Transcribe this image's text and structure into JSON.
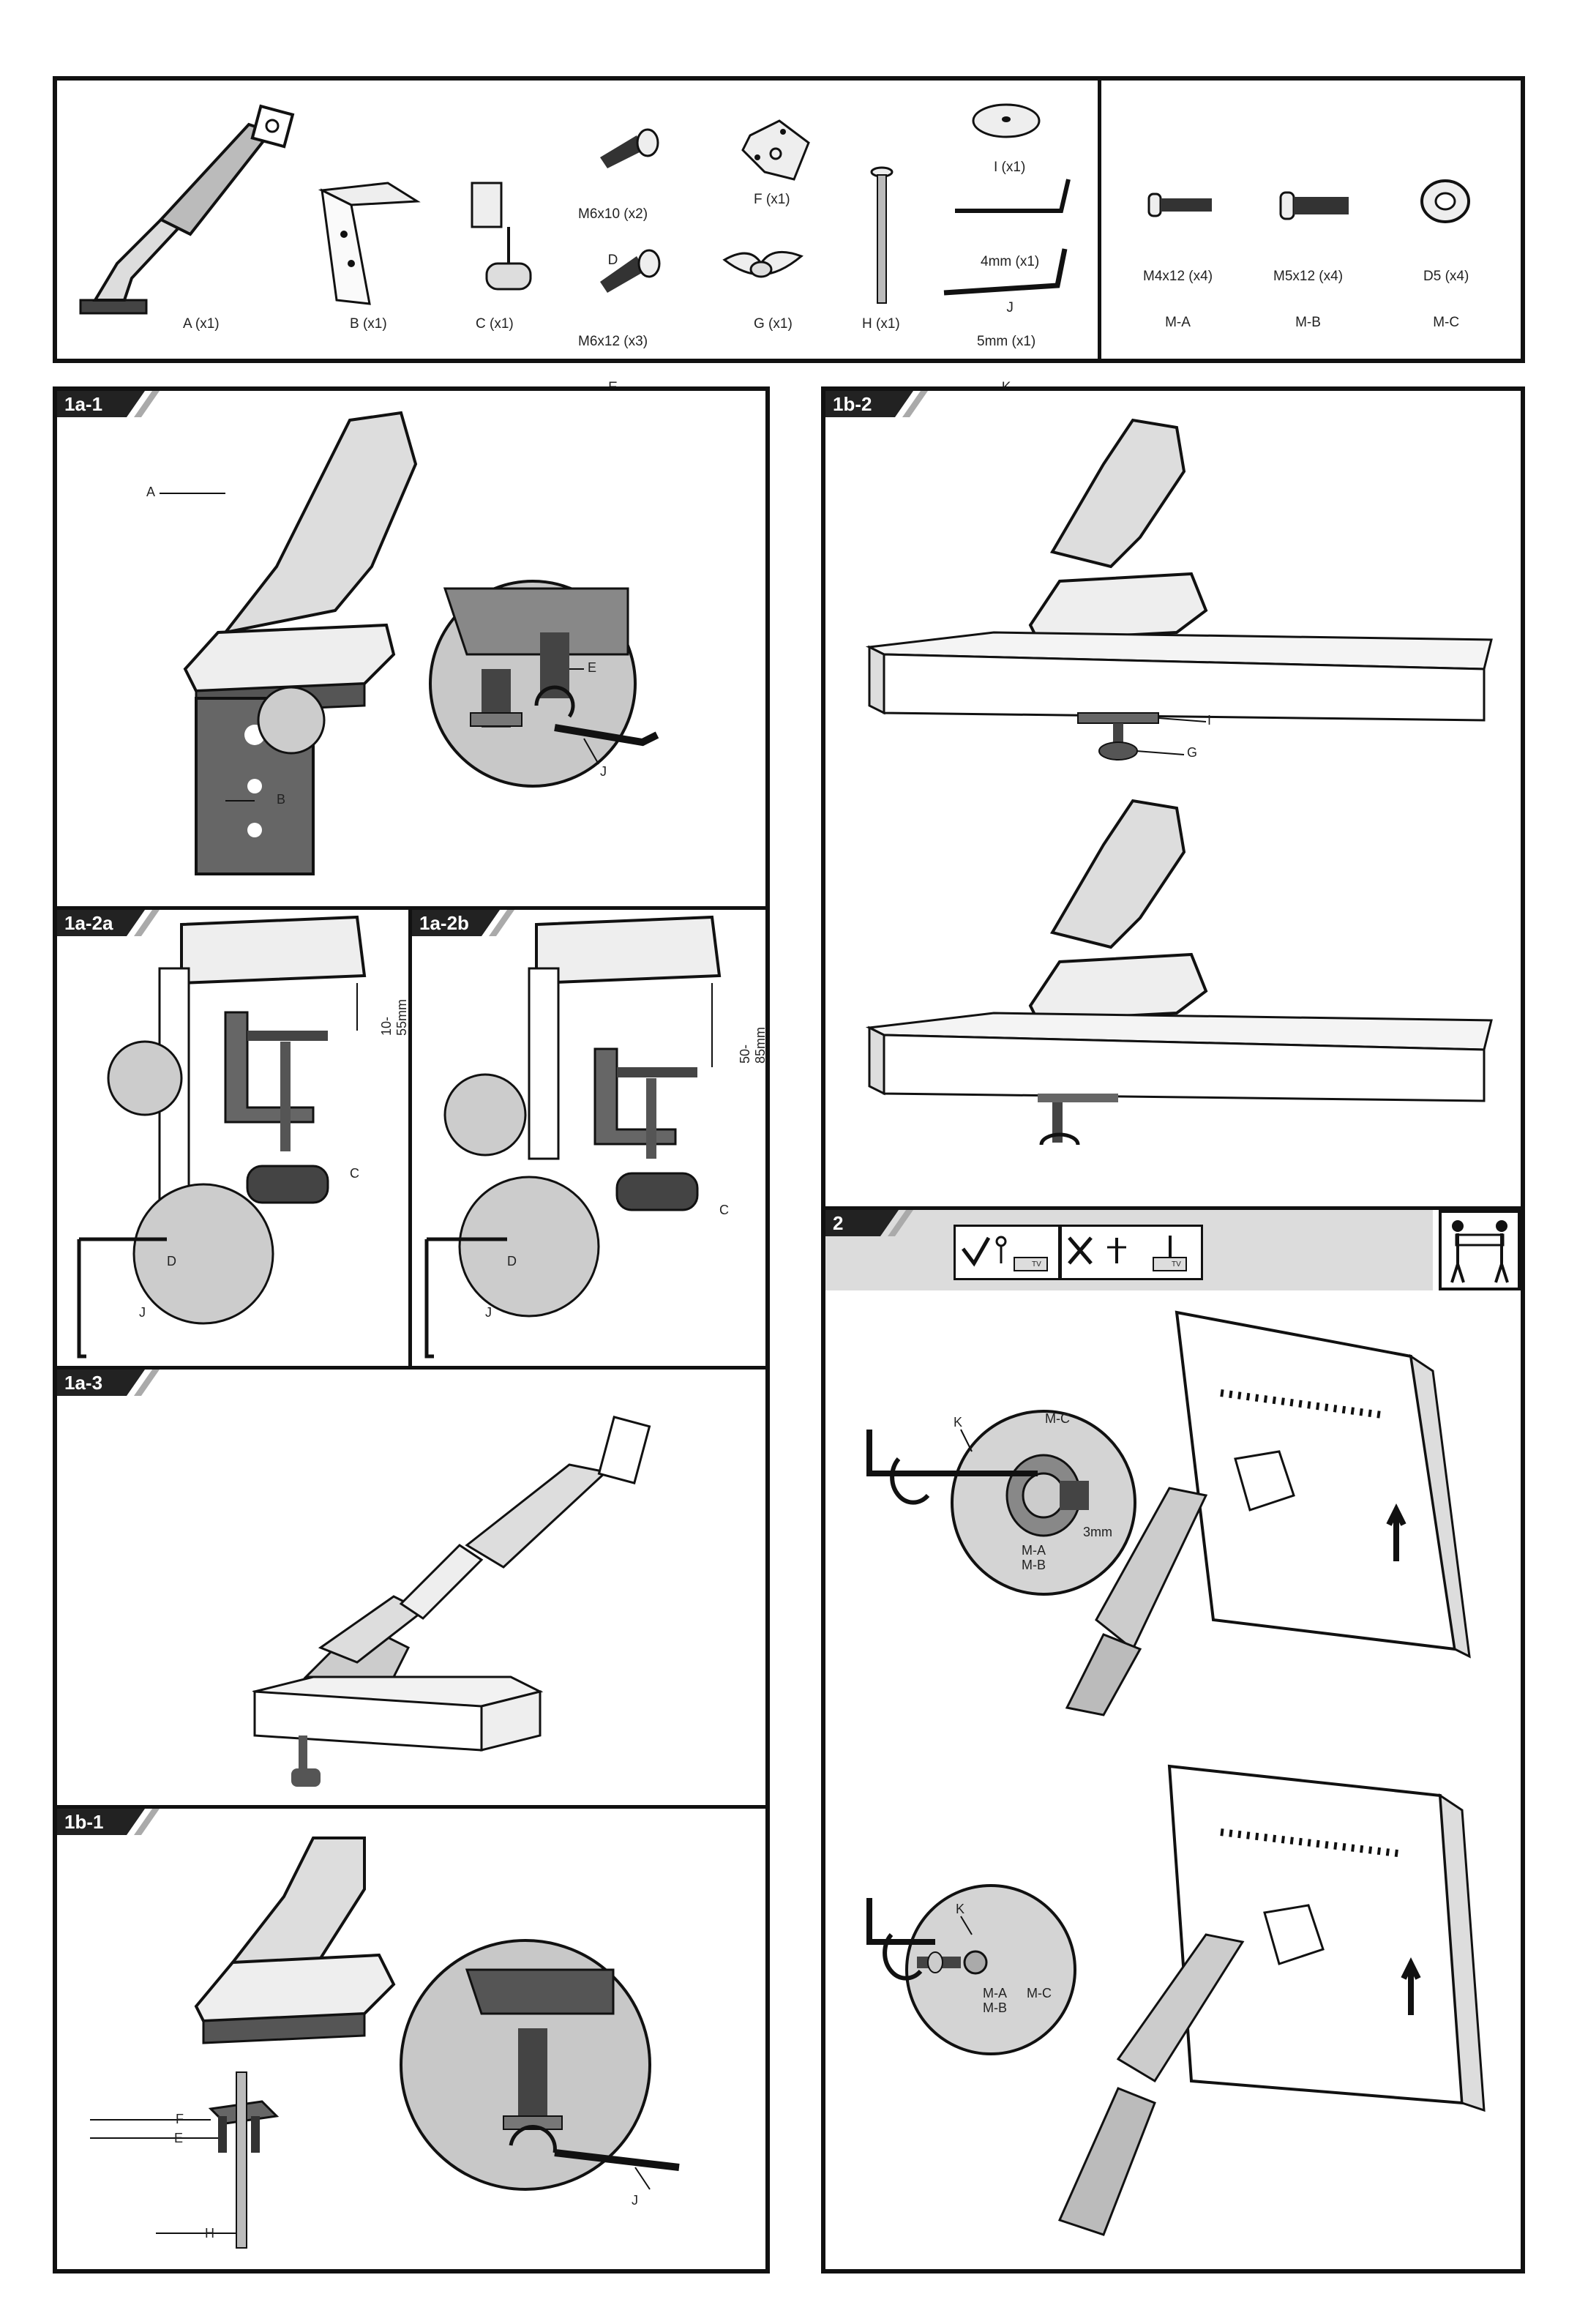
{
  "parts": {
    "A": "A (x1)",
    "B": "B (x1)",
    "C": "C (x1)",
    "D_size": "M6x10 (x2)",
    "D_letter": "D",
    "E_size": "M6x12 (x3)",
    "E_letter": "E",
    "F": "F (x1)",
    "G": "G (x1)",
    "H": "H (x1)",
    "I": "I (x1)",
    "J_size": "4mm (x1)",
    "J_letter": "J",
    "K_size": "5mm (x1)",
    "K_letter": "K",
    "MA_size": "M4x12 (x4)",
    "MA_letter": "M-A",
    "MB_size": "M5x12 (x4)",
    "MB_letter": "M-B",
    "MC_size": "D5 (x4)",
    "MC_letter": "M-C"
  },
  "steps": {
    "s1a1": "1a-1",
    "s1a2a": "1a-2a",
    "s1a2b": "1a-2b",
    "s1a3": "1a-3",
    "s1b1": "1b-1",
    "s1b2": "1b-2",
    "s2": "2"
  },
  "callouts": {
    "A": "A",
    "B": "B",
    "C": "C",
    "D": "D",
    "E": "E",
    "F": "F",
    "G": "G",
    "H": "H",
    "I": "I",
    "J": "J",
    "K": "K",
    "MA": "M-A",
    "MB": "M-B",
    "MC": "M-C",
    "mm3": "3mm"
  },
  "dimensions": {
    "range_a": "10-55mm",
    "range_b": "50-85mm"
  },
  "icons": {
    "check_label": "TV",
    "cross_label": "TV"
  }
}
